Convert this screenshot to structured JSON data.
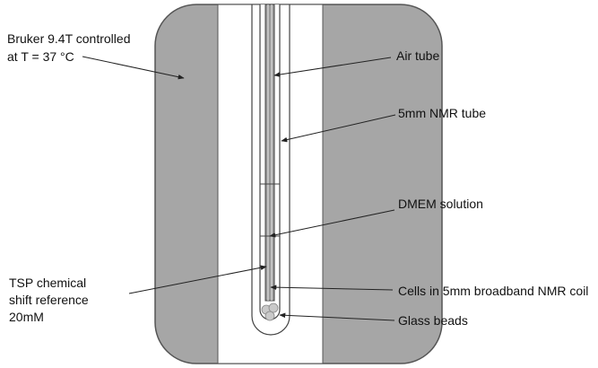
{
  "labels": {
    "magnet": [
      "Bruker 9.4T controlled",
      "at T = 37 °C"
    ],
    "air_tube": "Air tube",
    "nmr_tube": "5mm NMR tube",
    "dmem": "DMEM solution",
    "tsp": [
      "TSP chemical",
      "shift reference",
      "20mM"
    ],
    "cells": "Cells in 5mm broadband NMR coil",
    "beads": "Glass beads"
  },
  "colors": {
    "magnet_fill": "#a6a6a6",
    "magnet_border": "#555555",
    "tube_wall": "#444444",
    "air_tube_fill": "#9a9a9a",
    "bead_fill": "#c9c9c9",
    "arrow": "#222222"
  }
}
